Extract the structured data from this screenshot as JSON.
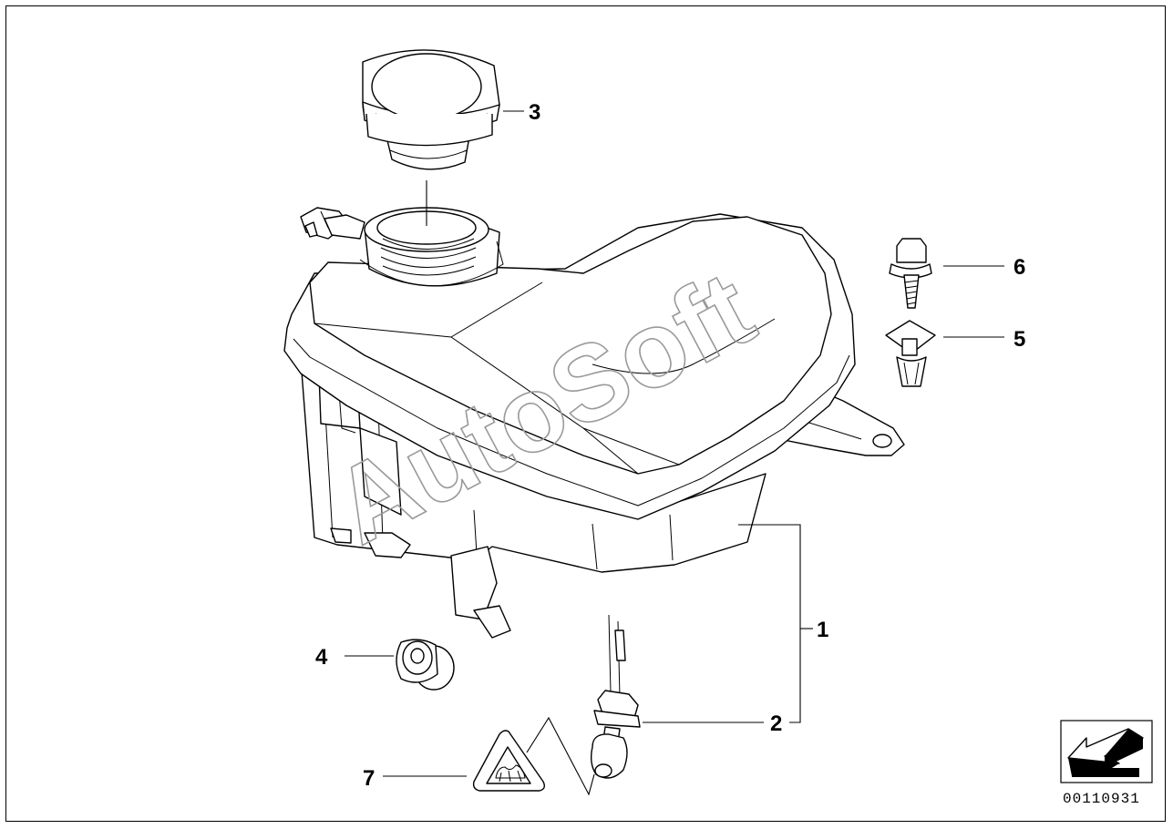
{
  "diagram": {
    "watermark": "AutoSoft",
    "part_number": "00110931",
    "callouts": [
      {
        "id": "1",
        "label": "1"
      },
      {
        "id": "2",
        "label": "2"
      },
      {
        "id": "3",
        "label": "3"
      },
      {
        "id": "4",
        "label": "4"
      },
      {
        "id": "5",
        "label": "5"
      },
      {
        "id": "6",
        "label": "6"
      },
      {
        "id": "7",
        "label": "7"
      }
    ]
  },
  "colors": {
    "line": "#000000",
    "watermark": "#9a9a9a",
    "background": "#ffffff"
  }
}
